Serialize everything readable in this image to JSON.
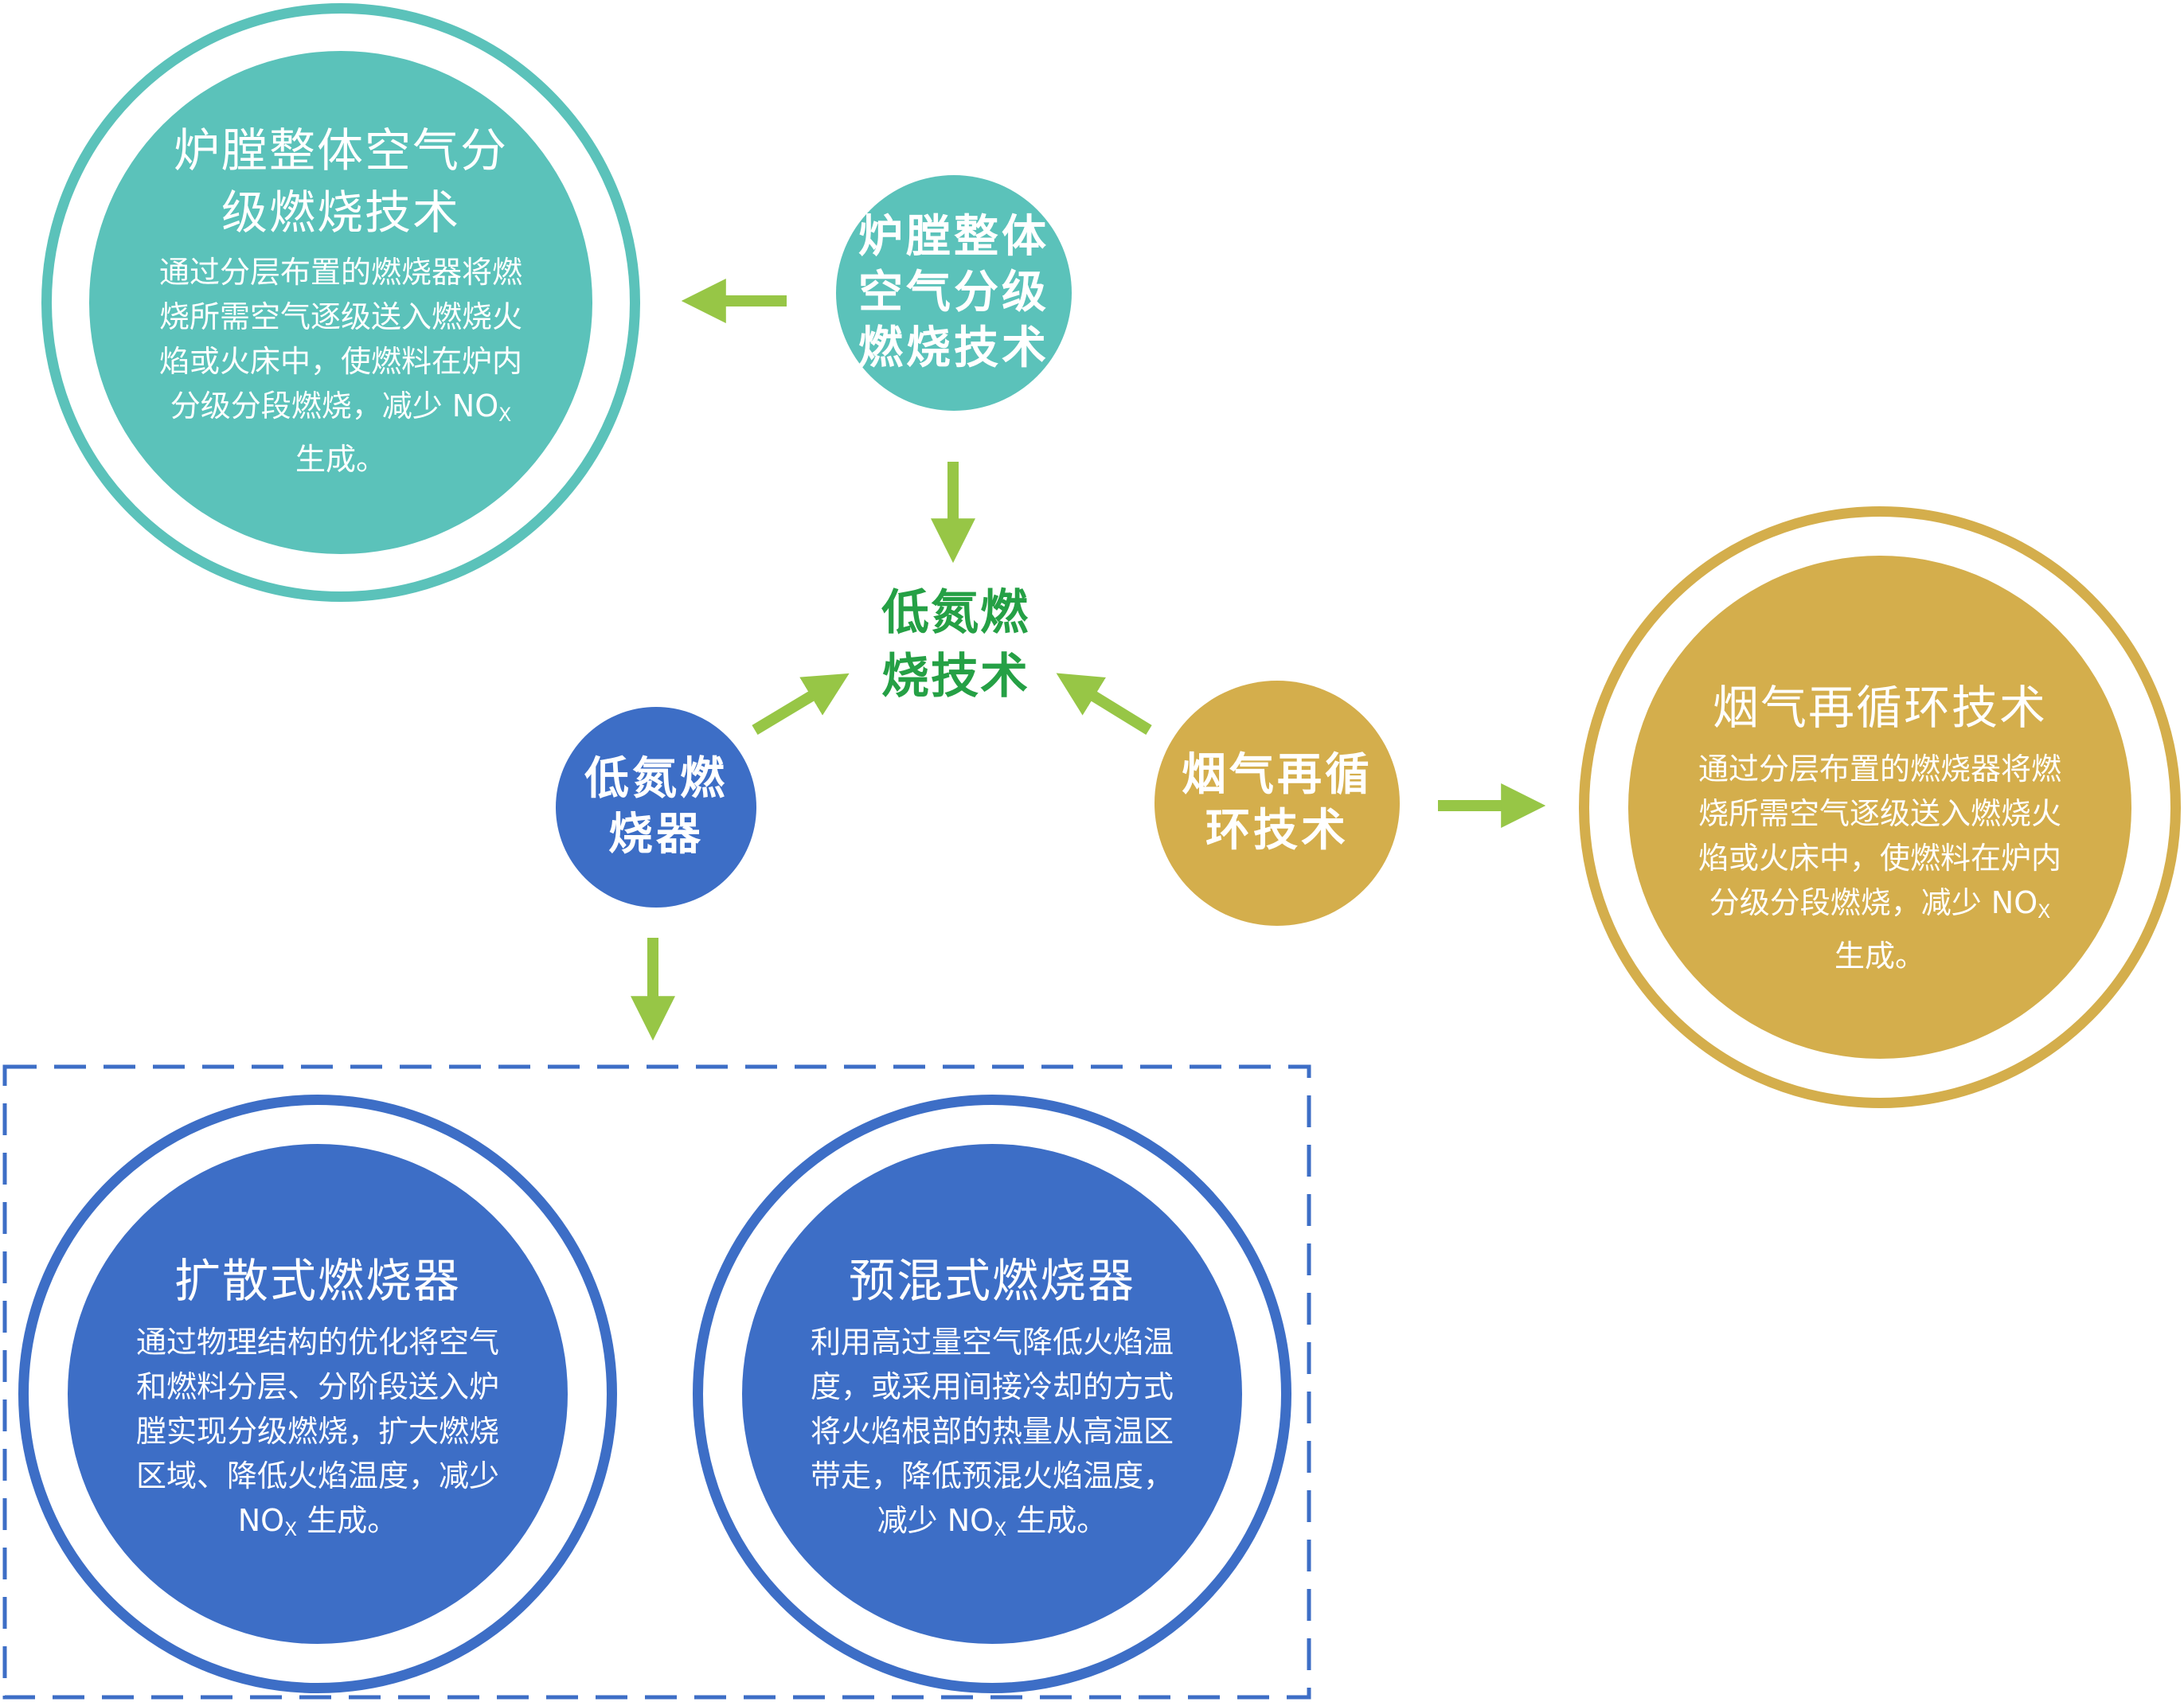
{
  "colors": {
    "teal": "#5bc2ba",
    "gold": "#d4ae4c",
    "blue": "#3d6ec6",
    "arrow_green": "#97c646",
    "center_text_green": "#25a045"
  },
  "center": {
    "title_line1": "低氮燃",
    "title_line2": "烧技术"
  },
  "air_staging": {
    "small_line1": "炉膛整体",
    "small_line2": "空气分级",
    "small_line3": "燃烧技术",
    "big_title_line1": "炉膛整体空气分",
    "big_title_line2": "级燃烧技术",
    "desc_line1": "通过分层布置的燃烧器将燃",
    "desc_line2": "烧所需空气逐级送入燃烧火",
    "desc_line3": "焰或火床中，使燃料在炉内",
    "desc_line4_pre": "分级分段燃烧，减少 NO",
    "desc_sub": "X",
    "desc_line5": "生成。"
  },
  "flue_gas": {
    "small_line1": "烟气再循",
    "small_line2": "环技术",
    "big_title": "烟气再循环技术",
    "desc_line1": "通过分层布置的燃烧器将燃",
    "desc_line2": "烧所需空气逐级送入燃烧火",
    "desc_line3": "焰或火床中，使燃料在炉内",
    "desc_line4_pre": "分级分段燃烧，减少 NO",
    "desc_sub": "X",
    "desc_line5": "生成。"
  },
  "burner": {
    "small_line1": "低氮燃",
    "small_line2": "烧器"
  },
  "diffusion": {
    "title": "扩散式燃烧器",
    "desc_line1": "通过物理结构的优化将空气",
    "desc_line2": "和燃料分层、分阶段送入炉",
    "desc_line3": "膛实现分级燃烧，扩大燃烧",
    "desc_line4": "区域、降低火焰温度，减少",
    "desc_line5_pre": "NO",
    "desc_sub": "X",
    "desc_line5_post": " 生成。"
  },
  "premix": {
    "title": "预混式燃烧器",
    "desc_line1": "利用高过量空气降低火焰温",
    "desc_line2": "度，或采用间接冷却的方式",
    "desc_line3": "将火焰根部的热量从高温区",
    "desc_line4": "带走，降低预混火焰温度，",
    "desc_line5_pre": "减少 NO",
    "desc_sub": "X",
    "desc_line5_post": " 生成。"
  }
}
